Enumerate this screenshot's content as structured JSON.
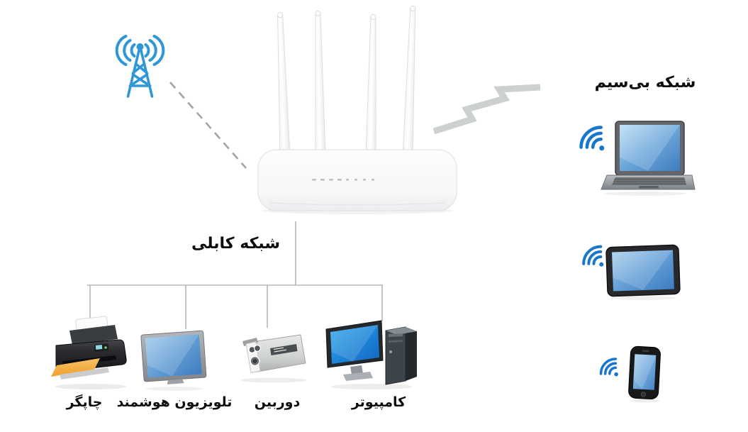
{
  "diagram": {
    "labels": {
      "wireless_network": "شبکه بی‌سیم",
      "wired_network": "شبکه کابلی"
    },
    "hub": {
      "name": "router",
      "icon": "router-icon",
      "antennas": 4
    },
    "internet_source": {
      "name": "cell-tower",
      "icon": "cell-tower-icon"
    },
    "wired_devices": [
      {
        "name": "printer",
        "icon": "printer-icon",
        "label": "چاپگر"
      },
      {
        "name": "smart-tv",
        "icon": "smart-tv-icon",
        "label": "تلویزیون هوشمند"
      },
      {
        "name": "camera",
        "icon": "camera-icon",
        "label": "دوربین"
      },
      {
        "name": "computer",
        "icon": "computer-icon",
        "label": "کامپیوتر"
      }
    ],
    "wireless_devices": [
      {
        "name": "laptop",
        "icon": "laptop-icon"
      },
      {
        "name": "tablet",
        "icon": "tablet-icon"
      },
      {
        "name": "smartphone",
        "icon": "smartphone-icon"
      }
    ],
    "colors": {
      "wifi_blue": "#1877cc",
      "tower_blue": "#2f97d6",
      "line_gray": "#b4b8ba",
      "dash_gray": "#a0a5a8",
      "zigzag_gray": "#ccd1ce",
      "screen_blue": "#4d8bc8",
      "label_text": "#0d0d0d"
    }
  }
}
